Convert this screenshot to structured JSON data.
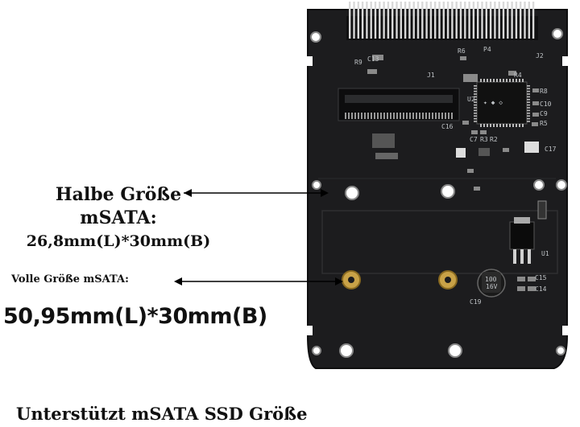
{
  "labels": {
    "half_title": "Halbe Größe",
    "half_type": "mSATA:",
    "half_dims": "26,8mm(L)*30mm(B)",
    "full_title": "Volle Größe mSATA:",
    "full_dims": "50,95mm(L)*30mm(B)"
  },
  "caption": "Unterstützt mSATA SSD Größe",
  "silkscreen": {
    "r9": "R9",
    "c13": "C13",
    "j1": "J1",
    "r6": "R6",
    "p4": "P4",
    "j2": "J2",
    "r8": "R8",
    "r4": "R4",
    "c10": "C10",
    "c9": "C9",
    "r5": "R5",
    "u2": "U2",
    "c16": "C16",
    "c7": "C7",
    "r3": "R3",
    "r2": "R2",
    "c17": "C17",
    "c19": "C19",
    "cap_top": "100",
    "cap_bot": "16V",
    "c15": "C15",
    "c14": "C14",
    "u1": "U1"
  },
  "colors": {
    "board": "#1c1c1e",
    "board_edge": "#0e0e0f",
    "silk": "#bfc3c6",
    "gold": "#c9a247",
    "pin": "#d9d9d9",
    "text": "#111111"
  }
}
